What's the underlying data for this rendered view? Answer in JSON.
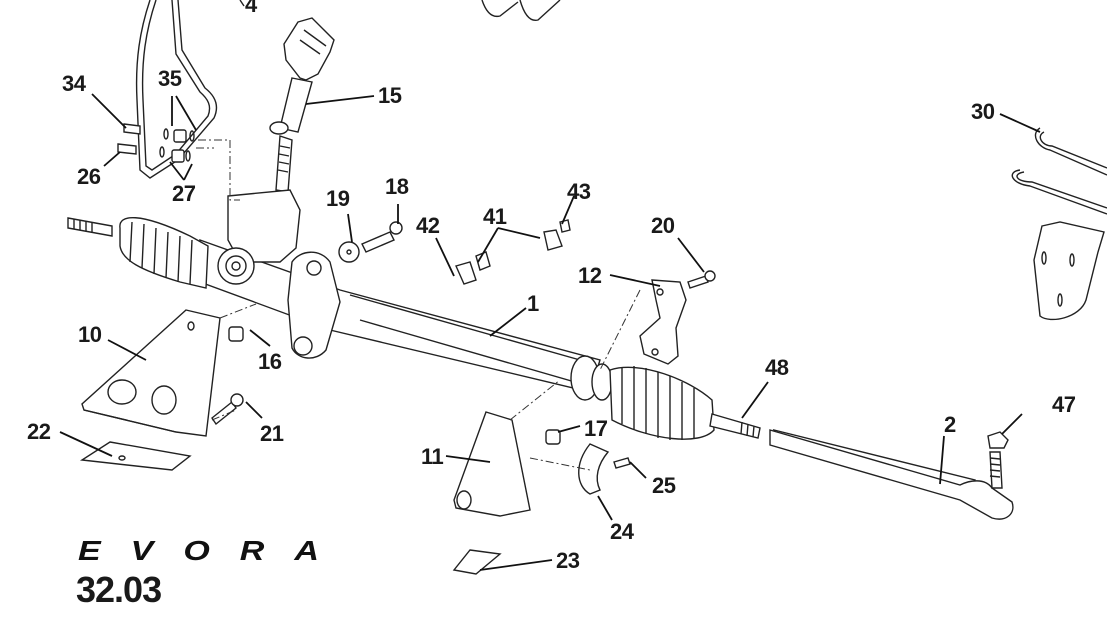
{
  "diagram": {
    "title": "EVORA",
    "page_number": "32.03",
    "subject": "Steering rack assembly exploded view",
    "callouts": {
      "c1": "1",
      "c2": "2",
      "c4": "4",
      "c10": "10",
      "c11": "11",
      "c12": "12",
      "c15": "15",
      "c16": "16",
      "c17": "17",
      "c18": "18",
      "c19": "19",
      "c20": "20",
      "c21": "21",
      "c22": "22",
      "c23": "23",
      "c24": "24",
      "c25": "25",
      "c26": "26",
      "c27": "27",
      "c30": "30",
      "c34": "34",
      "c35": "35",
      "c41": "41",
      "c42": "42",
      "c43": "43",
      "c47": "47",
      "c48": "48"
    }
  }
}
